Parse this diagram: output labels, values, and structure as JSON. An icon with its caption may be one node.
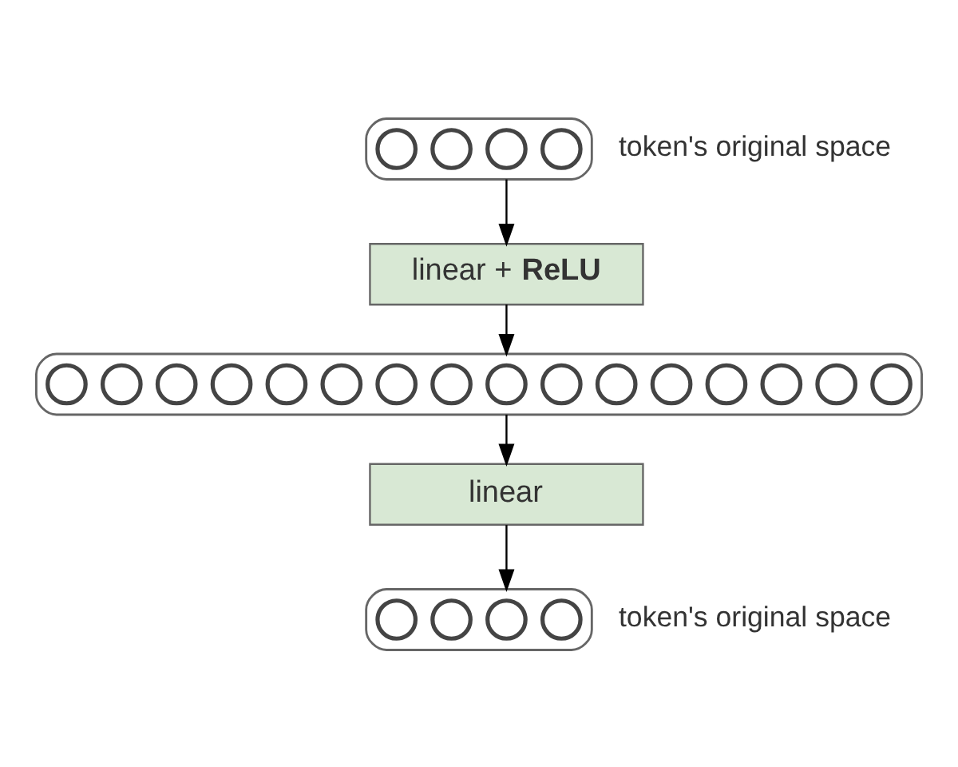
{
  "diagram": {
    "nodes": [
      {
        "text": [],
        "shape": "box",
        "beside": [
          "token's original space"
        ]
      },
      {
        "text": [],
        "shape": "circle",
        "in": 0
      },
      {
        "text": [],
        "shape": "circle",
        "in": 0
      },
      {
        "text": [],
        "shape": "circle",
        "in": 0
      },
      {
        "text": [],
        "shape": "circle",
        "in": 0
      },
      {
        "text": [
          "linear + **ReLU**"
        ]
      },
      {
        "text": [],
        "shape": "box"
      },
      {
        "text": [],
        "shape": "circle",
        "in": 6
      },
      {
        "text": [],
        "shape": "circle",
        "in": 6
      },
      {
        "text": [],
        "shape": "circle",
        "in": 6
      },
      {
        "text": [],
        "shape": "circle",
        "in": 6
      },
      {
        "text": [],
        "shape": "circle",
        "in": 6
      },
      {
        "text": [],
        "shape": "circle",
        "in": 6
      },
      {
        "text": [],
        "shape": "circle",
        "in": 6
      },
      {
        "text": [],
        "shape": "circle",
        "in": 6
      },
      {
        "text": [],
        "shape": "circle",
        "in": 6
      },
      {
        "text": [],
        "shape": "circle",
        "in": 6
      },
      {
        "text": [],
        "shape": "circle",
        "in": 6
      },
      {
        "text": [],
        "shape": "circle",
        "in": 6
      },
      {
        "text": [],
        "shape": "circle",
        "in": 6
      },
      {
        "text": [],
        "shape": "circle",
        "in": 6
      },
      {
        "text": [],
        "shape": "circle",
        "in": 6
      },
      {
        "text": [],
        "shape": "circle",
        "in": 6
      },
      {
        "text": [
          "linear"
        ]
      },
      {
        "text": [],
        "shape": "box",
        "beside": [
          "token's original space"
        ]
      },
      {
        "text": [],
        "shape": "circle",
        "in": 24
      },
      {
        "text": [],
        "shape": "circle",
        "in": 24
      },
      {
        "text": [],
        "shape": "circle",
        "in": 24
      },
      {
        "text": [],
        "shape": "circle",
        "in": 24
      }
    ],
    "edges": [
      {
        "from": 0,
        "to": 5,
        "arrow": "to"
      },
      {
        "from": 5,
        "to": 6,
        "arrow": "to"
      },
      {
        "from": 6,
        "to": 23,
        "arrow": "to"
      },
      {
        "from": 23,
        "to": 24,
        "arrow": "to"
      }
    ]
  }
}
